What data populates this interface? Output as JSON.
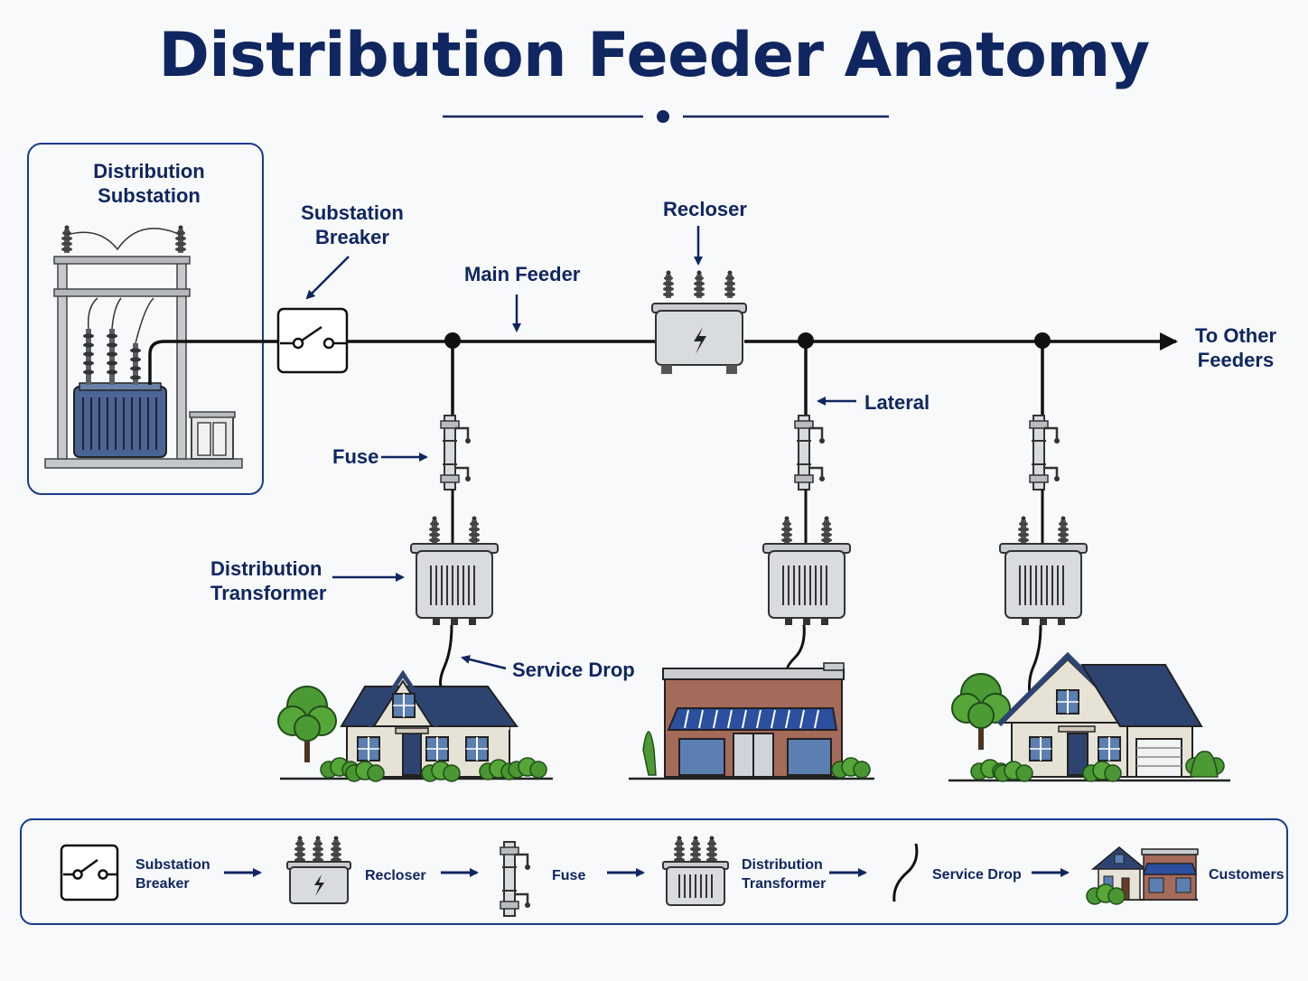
{
  "title": "Distribution Feeder Anatomy",
  "labels": {
    "substation_line1": "Distribution",
    "substation_line2": "Substation",
    "breaker_line1": "Substation",
    "breaker_line2": "Breaker",
    "recloser": "Recloser",
    "main_feeder": "Main Feeder",
    "to_other_line1": "To Other",
    "to_other_line2": "Feeders",
    "lateral": "Lateral",
    "fuse": "Fuse",
    "transformer_line1": "Distribution",
    "transformer_line2": "Transformer",
    "service_drop": "Service Drop"
  },
  "legend": {
    "breaker_line1": "Substation",
    "breaker_line2": "Breaker",
    "recloser": "Recloser",
    "fuse": "Fuse",
    "transformer_line1": "Distribution",
    "transformer_line2": "Transformer",
    "service_drop": "Service Drop",
    "customers": "Customers"
  },
  "colors": {
    "navy": "#0f2660",
    "accent": "#1b3a8c",
    "line": "#1a1a1a",
    "equipment": "#d6d9dc",
    "transformer_blue": "#4a6494",
    "roof": "#2e4470",
    "brick": "#a46a5a",
    "awning": "#2c4fa0",
    "tree": "#4c9a34"
  }
}
